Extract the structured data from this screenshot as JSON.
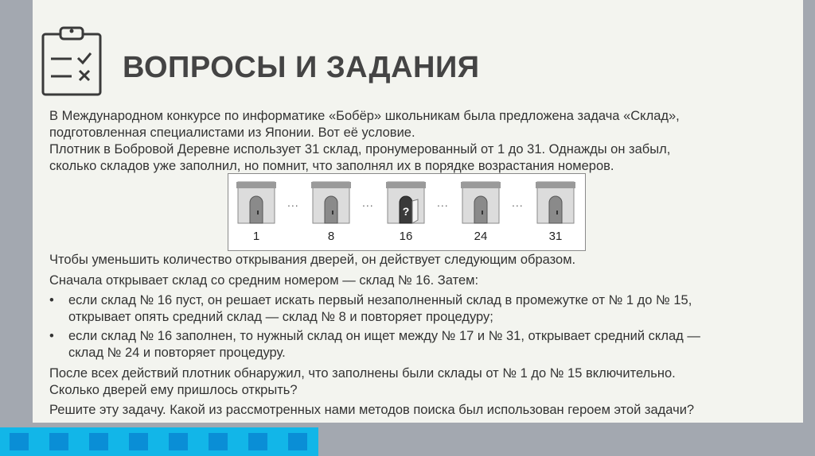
{
  "title": "ВОПРОСЫ И ЗАДАНИЯ",
  "icons": {
    "header": "clipboard-checklist-icon"
  },
  "intro": [
    "В Международном конкурсе по информатике «Бобёр» школьникам была предложена задача «Склад»,",
    "подготовленная специалистами из Японии. Вот её условие.",
    "Плотник в Бобровой Деревне использует 31 склад, пронумерованный от 1 до 31. Однажды он забыл,",
    "сколько складов уже заполнил, но помнит, что заполнял их в порядке возрастания номеров."
  ],
  "figure": {
    "labels": [
      "1",
      "8",
      "16",
      "24",
      "31"
    ],
    "separator": "...",
    "unknown_mark": "?"
  },
  "body": {
    "p1": "Чтобы уменьшить количество открывания дверей, он действует следующим образом.",
    "p2": "Сначала открывает склад со средним номером — склад № 16. Затем:",
    "bullet_symbol": "•",
    "bullet1": [
      "если склад № 16 пуст, он решает искать первый незаполненный склад в промежутке от № 1 до № 15,",
      "открывает опять средний склад — склад № 8 и повторяет процедуру;"
    ],
    "bullet2": [
      "если склад № 16 заполнен, то нужный склад он ищет между № 17 и № 31, открывает средний склад —",
      "склад № 24 и повторяет процедуру."
    ],
    "p3": [
      "После всех действий плотник обнаружил, что заполнены были склады от № 1 до № 15 включительно.",
      "Сколько дверей ему пришлось открыть?"
    ],
    "p4": "Решите эту задачу. Какой из рассмотренных нами методов поиска был использован героем этой задачи?"
  },
  "colors": {
    "background": "#f3f4ef",
    "side_gray": "#a3a8b0",
    "accent_cyan": "#12b6e8",
    "accent_blue": "#0a8ed6",
    "title": "#444444"
  }
}
